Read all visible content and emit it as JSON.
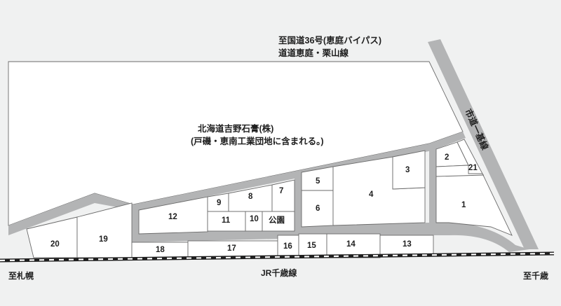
{
  "colors": {
    "background": "#f0f1f1",
    "road": "#b3b4b5",
    "plot_fill": "#ffffff",
    "plot_outline": "#6b6b6b",
    "railway": "#1e1e1e",
    "text": "#1e1e1e"
  },
  "labels": {
    "north_line1": "至国道36号(恵庭バイパス)",
    "north_line2": "道道恵庭・栗山線",
    "company_line1": "北海道吉野石膏(株)",
    "company_line2": "(戸磯・恵南工業団地に含まれる。)",
    "city_road": "市道一基線",
    "railway": "JR千歳線",
    "to_sapporo": "至札幌",
    "to_chitose": "至千歳",
    "park": "公園"
  },
  "lots": [
    "1",
    "2",
    "3",
    "4",
    "5",
    "6",
    "7",
    "8",
    "9",
    "10",
    "11",
    "12",
    "13",
    "14",
    "15",
    "16",
    "17",
    "18",
    "19",
    "20",
    "21"
  ]
}
